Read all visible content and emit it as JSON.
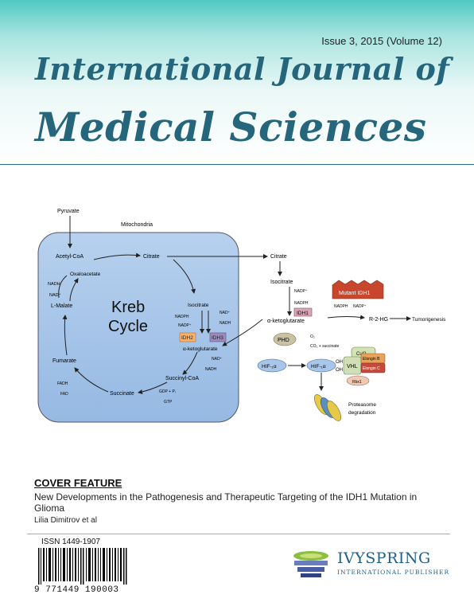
{
  "journal": {
    "issue": "Issue 3, 2015 (Volume 12)",
    "title_line1": "International Journal of",
    "title_line2": "Medical Sciences"
  },
  "figure": {
    "pyruvate": "Pyruvate",
    "mitochondria": "Mitochondria",
    "acetyl_coa": "Acetyl-CoA",
    "citrate_in": "Citrate",
    "oxaloacetate": "Oxaloacetate",
    "nadh_left": "NADH",
    "nad_left": "NAD⁺",
    "l_malate": "L-Malate",
    "kreb": "Kreb",
    "cycle": "Cycle",
    "isocitrate_in": "Isocitrate",
    "nadp_plus_a": "NAD⁺",
    "nadph_a": "NADPH",
    "nadh_a": "NADH",
    "nadp_a": "NADP⁺",
    "idh2": "IDH2",
    "idh3": "IDH3",
    "alpha_kg_in": "α-ketoglutarate",
    "nad_b": "NAD⁺",
    "nadh_b": "NADH",
    "fumarate": "Fumarate",
    "succinyl_coa": "Succinyl-CoA",
    "fadh": "FADH",
    "fad": "FAD",
    "succinate": "Succinate",
    "gdp": "GDP + Pᵢ",
    "gtp": "GTP",
    "citrate_out": "Citrate",
    "isocitrate_out": "Isocitrate",
    "nadp_out": "NADP⁺",
    "nadph_out": "NADPH",
    "idh1": "IDH1",
    "mutant_idh1": "Mutant IDH1",
    "nadph_m": "NADPH",
    "nadp_m": "NADP⁺",
    "alpha_kg_out": "α-ketoglutarate",
    "r2hg": "R-2-HG",
    "tumorigenesis": "Tumorigenesis",
    "phd": "PHD",
    "o2": "O₂",
    "co2_succinate": "CO₂ + succinate",
    "hif_a": "HIF-₁α",
    "hif_b": "HIF-₁α",
    "oh1": "OH",
    "oh2": "OH",
    "vhl": "VHL",
    "cul2": "Cul2",
    "elongin_b": "Elongin B",
    "elongin_c": "Elongin C",
    "rbx1": "Rbx1",
    "proteasome1": "Proteasome",
    "proteasome2": "degradation"
  },
  "cover": {
    "label": "COVER FEATURE",
    "article_title": "New Developments in the Pathogenesis and Therapeutic Targeting of the IDH1 Mutation in Glioma",
    "authors": "Lilia Dimitrov et al"
  },
  "issn": {
    "text": "ISSN 1449-1907",
    "barcode_digits": "9 771449 190003"
  },
  "publisher": {
    "name": "IVYSPRING",
    "sub": "INTERNATIONAL PUBLISHER"
  },
  "colors": {
    "title": "#26667d",
    "header_teal": "#4fc9c2",
    "cell_fill": "#a7c6ea",
    "mutant": "#c8462e",
    "idh2_fill": "#f3b26f",
    "idh3_fill": "#9b8dbb",
    "publisher": "#1f5f8a"
  }
}
